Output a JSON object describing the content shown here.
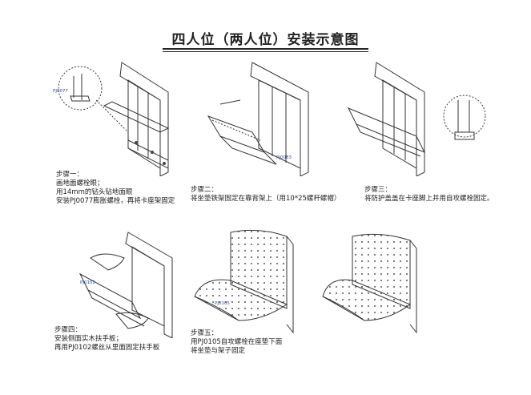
{
  "title": "四人位（两人位）安装示意图",
  "steps": [
    {
      "lines": [
        "步骤一：",
        "画地面螺栓眼；",
        "用14mm的钻头钻地面眼",
        "安装PJ0077膨胀螺栓，再将卡座架固定"
      ],
      "tags": [
        "PJ0077"
      ]
    },
    {
      "lines": [
        "步骤二：",
        "将坐垫铁架固定在靠背架上（用10*25螺杆螺帽）"
      ],
      "tags": [
        "PJ0083"
      ]
    },
    {
      "lines": [
        "步骤三：",
        "将防护盖盖在卡座脚上并用自攻螺栓固定。"
      ],
      "tags": []
    },
    {
      "lines": [
        "步骤四：",
        "安装侧面实木扶手板；",
        "再用PJ0102螺丝从里面固定扶手板"
      ],
      "tags": [
        "PJ0102"
      ]
    },
    {
      "lines": [
        "步骤五：",
        "用PJ0105自攻螺栓在座垫下面",
        "将坐垫与架子固定"
      ],
      "tags": [
        "PJ0105"
      ]
    },
    {
      "lines": [],
      "tags": []
    }
  ]
}
